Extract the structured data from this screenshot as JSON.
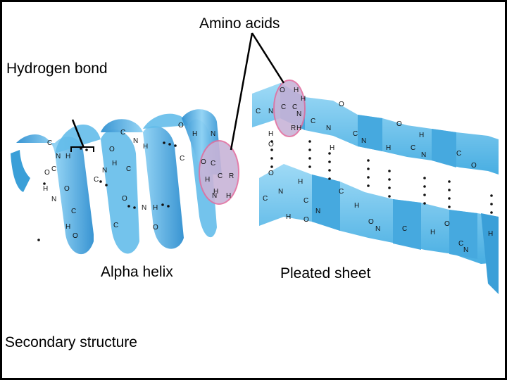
{
  "labels": {
    "amino_acids": "Amino acids",
    "hydrogen_bond": "Hydrogen bond",
    "alpha_helix": "Alpha helix",
    "pleated_sheet": "Pleated sheet",
    "secondary_structure": "Secondary structure"
  },
  "helix_atoms": [
    "C",
    "N",
    "H",
    "O",
    "C",
    "N",
    "H",
    "O",
    "C",
    "H",
    "O",
    "C",
    "N",
    "H",
    "C",
    "O",
    "H",
    "N",
    "C",
    "O",
    "N",
    "H",
    "C",
    "O",
    "H",
    "N",
    "C",
    "O"
  ],
  "amino_acid_helix": [
    "O",
    "C",
    "H",
    "C",
    "R",
    "H",
    "N",
    "H"
  ],
  "amino_acid_sheet": [
    "O",
    "H",
    "H",
    "C",
    "C",
    "N",
    "R",
    "H"
  ],
  "sheet_top_atoms": [
    "C",
    "N",
    "H",
    "O",
    "C",
    "N",
    "H",
    "O",
    "C",
    "N",
    "H",
    "O",
    "C",
    "N",
    "H",
    "C",
    "O"
  ],
  "sheet_bottom_atoms": [
    "O",
    "C",
    "N",
    "H",
    "H",
    "C",
    "O",
    "N",
    "C",
    "H",
    "O",
    "N",
    "C",
    "H",
    "O",
    "C",
    "N",
    "H"
  ],
  "colors": {
    "ribbon_light": "#7cc8f0",
    "ribbon_dark": "#3a9fd8",
    "highlight_fill": "#c8b4d8",
    "highlight_stroke": "#e070a0",
    "background": "#ffffff",
    "border": "#000000"
  }
}
